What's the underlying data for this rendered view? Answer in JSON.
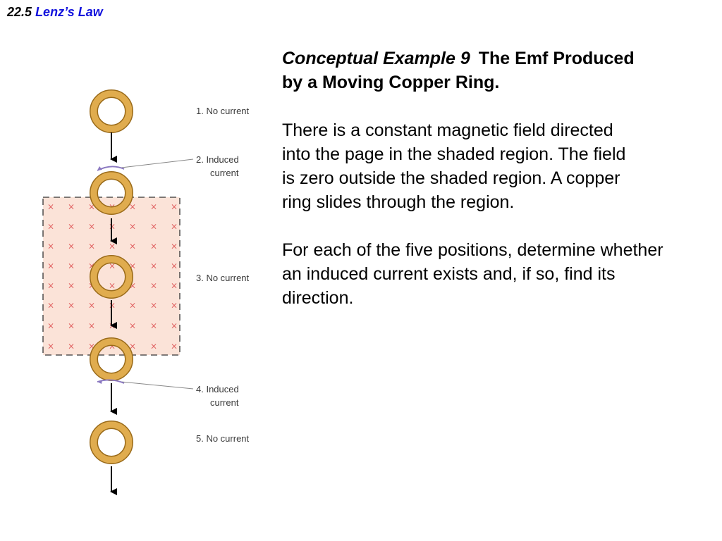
{
  "header": {
    "section_number": "22.5",
    "section_title": "Lenz’s Law"
  },
  "example": {
    "label": "Conceptual Example 9",
    "title_line1": "The Emf Produced",
    "title_line2": "by a Moving Copper Ring."
  },
  "paragraphs": {
    "p1": {
      "l1": "There is a constant magnetic field directed",
      "l2": "into the page in the shaded region.  The field",
      "l3": "is zero outside the shaded region.  A copper",
      "l4": "ring slides through the region."
    },
    "p2": {
      "l1": "For each of the five positions, determine whether",
      "l2": "an induced current exists and, if so, find its",
      "l3": "direction."
    }
  },
  "figure": {
    "labels": {
      "pos1": "1. No current",
      "pos2_line1": "2. Induced",
      "pos2_line2": "current",
      "pos3": "3. No current",
      "pos4_line1": "4. Induced",
      "pos4_line2": "current",
      "pos5": "5. No current"
    },
    "field_symbol": "×",
    "colors": {
      "field_region": "#fbe3d8",
      "field_x": "#e06060",
      "ring": "#d9a441",
      "ring_outline": "#9a6b1a",
      "current_arrow": "#8a78c0"
    }
  }
}
